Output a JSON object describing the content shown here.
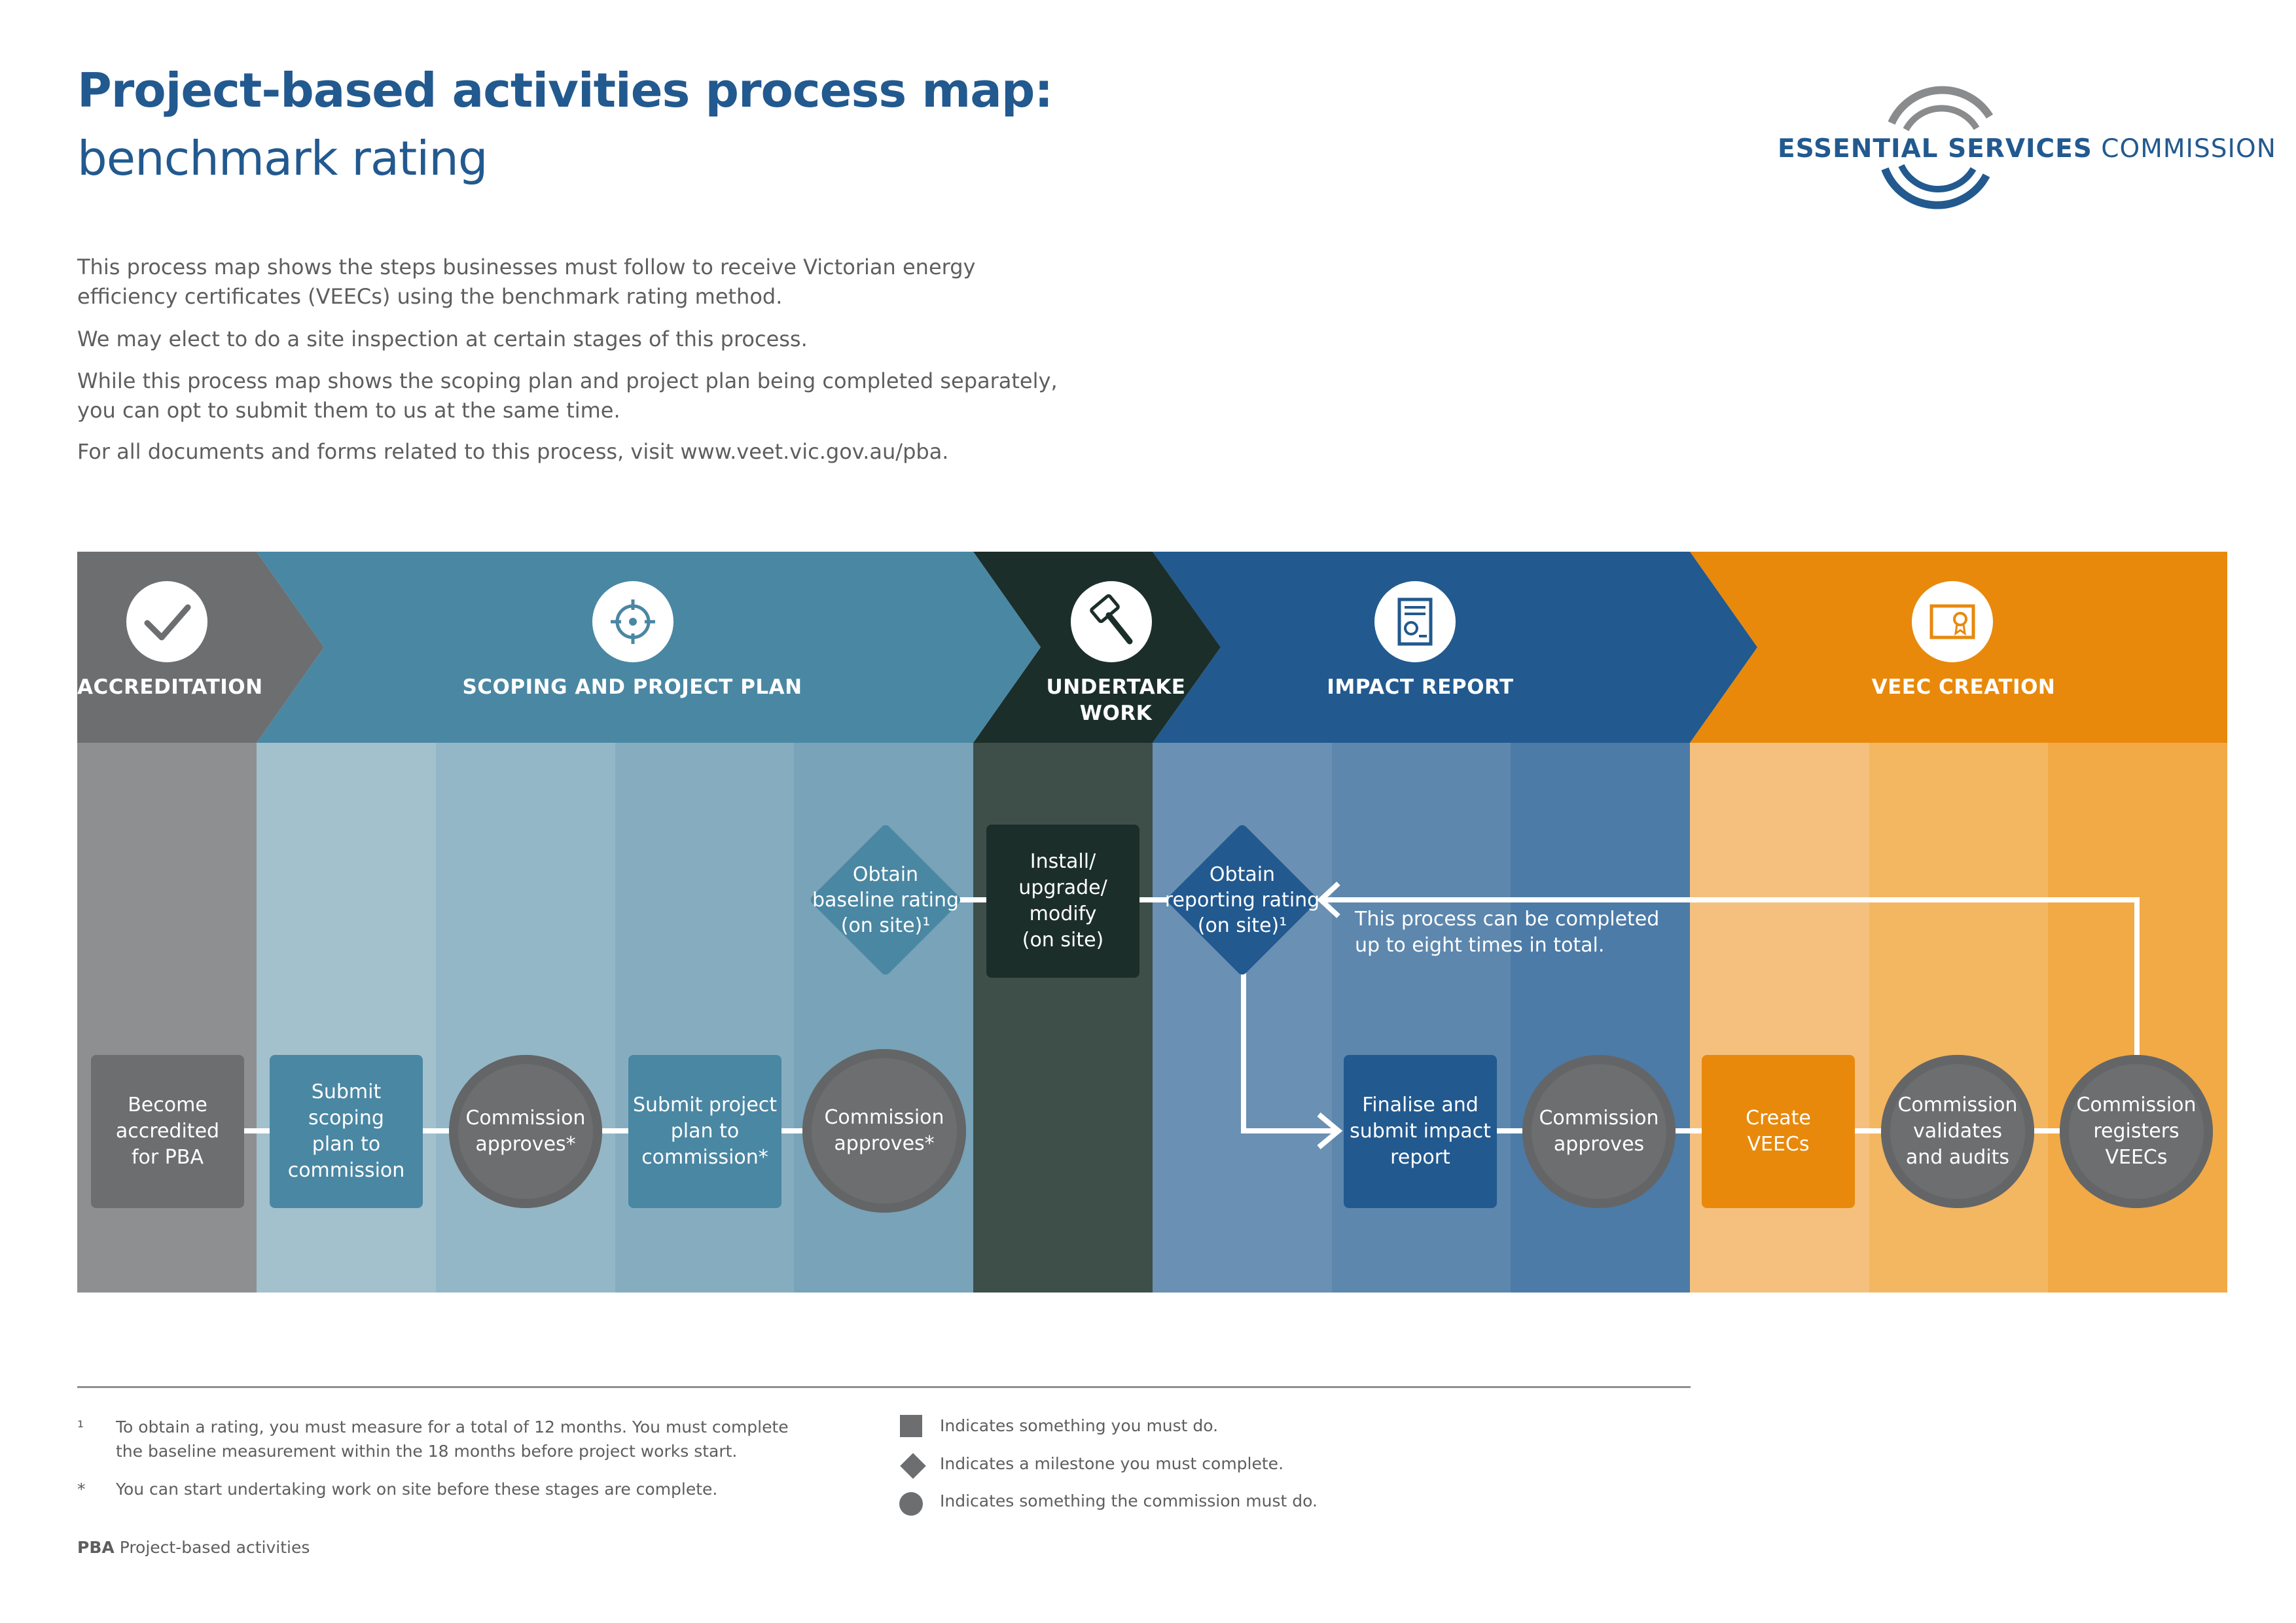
{
  "title": {
    "line1": "Project-based activities process map:",
    "line2": "benchmark rating"
  },
  "logo": {
    "bold": "ESSENTIAL SERVICES",
    "regular": "COMMISSION"
  },
  "intro": {
    "p1": "This process map shows the steps businesses must follow to receive Victorian energy efficiency certificates (VEECs) using the benchmark rating method.",
    "p2": "We may elect to do a site inspection at certain stages of this process.",
    "p3": "While this process map shows the scoping plan and project plan being completed separately, you can opt to submit them to us at the same time.",
    "p4": "For all documents and forms related to this process, visit www.veet.vic.gov.au/pba."
  },
  "phases": [
    {
      "label": "ACCREDITATION",
      "icon": "checkmark-icon",
      "color": "#6d6e70"
    },
    {
      "label": "SCOPING AND PROJECT PLAN",
      "icon": "target-icon",
      "color": "#4a87a3"
    },
    {
      "label": "UNDERTAKE\nWORK",
      "icon": "hammer-icon",
      "color": "#1b2e2a"
    },
    {
      "label": "IMPACT REPORT",
      "icon": "report-icon",
      "color": "#22598f"
    },
    {
      "label": "VEEC CREATION",
      "icon": "certificate-icon",
      "color": "#e8890c"
    }
  ],
  "steps": {
    "become_accredited": "Become\naccredited\nfor PBA",
    "submit_scoping": "Submit\nscoping\nplan to\ncommission",
    "commission_approves_1": "Commission\napproves*",
    "submit_project": "Submit project\nplan to\ncommission*",
    "commission_approves_2": "Commission\napproves*",
    "obtain_baseline": "Obtain\nbaseline rating\n(on site)¹",
    "install": "Install/\nupgrade/\nmodify\n(on site)",
    "obtain_reporting": "Obtain\nreporting rating\n(on site)¹",
    "loop_note": "This process can be completed\nup to eight times in total.",
    "finalise_report": "Finalise and\nsubmit impact\nreport",
    "commission_approves_3": "Commission\napproves",
    "create_veecs": "Create\nVEECs",
    "commission_validates": "Commission\nvalidates\nand audits",
    "commission_registers": "Commission\nregisters\nVEECs"
  },
  "footnotes": [
    {
      "mark": "¹",
      "text": "To obtain a rating, you must measure for a total of 12 months. You must complete\nthe baseline measurement within the 18 months before project works start."
    },
    {
      "mark": "*",
      "text": "You can start undertaking work on site before these stages are complete."
    }
  ],
  "legend": [
    {
      "shape": "square",
      "text": "Indicates something you must do."
    },
    {
      "shape": "diamond",
      "text": "Indicates a milestone you must complete."
    },
    {
      "shape": "circle",
      "text": "Indicates something the commission must do."
    }
  ],
  "abbreviation": {
    "abbr": "PBA",
    "meaning": "Project-based activities"
  },
  "colors": {
    "title_blue": "#22598f",
    "grey": "#6d6e70",
    "teal": "#4a87a3",
    "dark": "#1b2e2a",
    "blue": "#22598f",
    "orange": "#e8890c"
  }
}
